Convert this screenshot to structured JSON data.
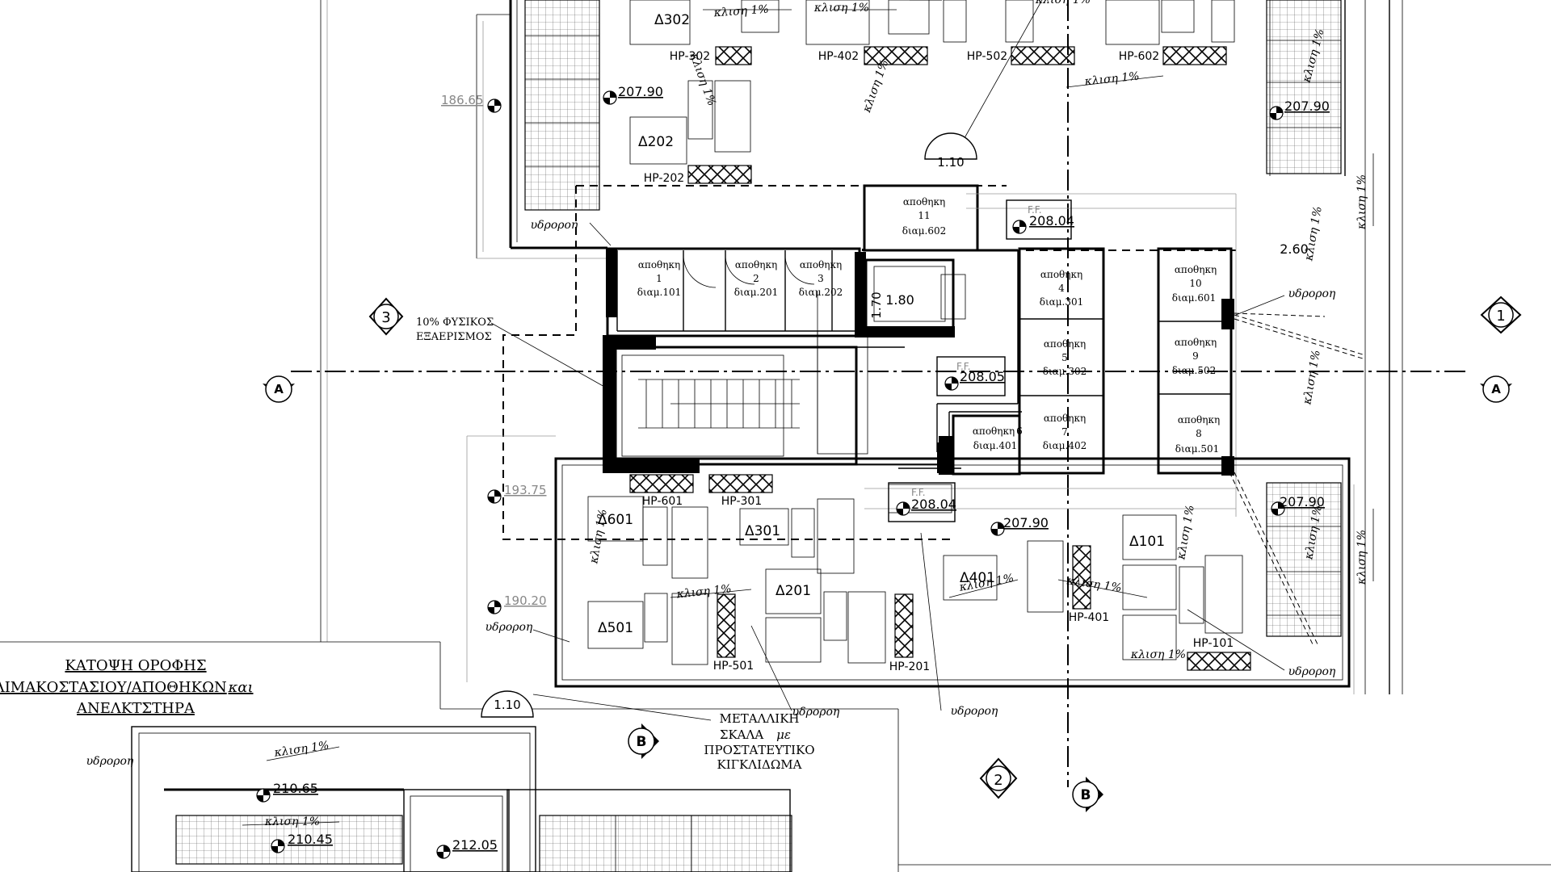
{
  "title": {
    "line1": "ΚΑΤΟΨΗ ΟΡΟΦΗΣ",
    "line2": "ΚΛΙΜΑΚΟΣΤΑΣΙΟΥ/ΑΠΟΘΗΚΩΝ",
    "line2_conj": "και",
    "line3": "ΑΝΕΛΚΤΣΤΗΡΑ"
  },
  "notes": {
    "ventilation_1": "10% ΦΥΣΙΚΟΣ",
    "ventilation_2": "ΕΞΑΕΡΙΣΜΟΣ",
    "metal_stair_1": "ΜΕΤΑΛΛΙΚΗ",
    "metal_stair_2": "ΣΚΑΛΑ",
    "metal_stair_conj": "με",
    "metal_stair_3": "ΠΡΟΣΤΑΤΕΥΤΙΚΟ",
    "metal_stair_4": "ΚΙΓΚΛΙΔΩΜΑ",
    "ff": "F.F."
  },
  "axis_markers": {
    "a": "A",
    "b": "B",
    "n1": "1",
    "n2": "2",
    "n3": "3"
  },
  "storage_rooms": {
    "word": "αποθηκη",
    "r1": {
      "num": "1",
      "unit": "διαμ.101"
    },
    "r2": {
      "num": "2",
      "unit": "διαμ.201"
    },
    "r3": {
      "num": "3",
      "unit": "διαμ.202"
    },
    "r4": {
      "num": "4",
      "unit": "διαμ.301"
    },
    "r5": {
      "num": "5",
      "unit": "διαμ.302"
    },
    "r6": {
      "num": "6",
      "unit": "διαμ.401"
    },
    "r7": {
      "num": "7",
      "unit": "διαμ.402"
    },
    "r8": {
      "num": "8",
      "unit": "διαμ.501"
    },
    "r9": {
      "num": "9",
      "unit": "διαμ.502"
    },
    "r10": {
      "num": "10",
      "unit": "διαμ.601"
    },
    "r11": {
      "num": "11",
      "unit": "διαμ.602"
    }
  },
  "units": {
    "d101": "Δ101",
    "d201": "Δ201",
    "d202": "Δ202",
    "d301": "Δ301",
    "d302": "Δ302",
    "d401": "Δ401",
    "d501": "Δ501",
    "d601": "Δ601"
  },
  "hp_labels": {
    "hp101": "HP-101",
    "hp201": "HP-201",
    "hp202": "HP-202",
    "hp301": "HP-301",
    "hp302": "HP-302",
    "hp401": "HP-401",
    "hp402": "HP-402",
    "hp501": "HP-501",
    "hp502": "HP-502",
    "hp601": "HP-601",
    "hp602": "HP-602"
  },
  "elevations": {
    "e20790": "207.90",
    "e20804": "208.04",
    "e20805": "208.05",
    "e19375": "193.75",
    "e19020": "190.20",
    "e18665": "186.65",
    "e21065": "210.65",
    "e21045": "210.45",
    "e21205": "212.05"
  },
  "dimensions": {
    "d110": "1.10",
    "d170": "1.70",
    "d180": "1.80",
    "d260": "2.60"
  },
  "slope": "κλιση 1%",
  "drain": "υδροροη"
}
